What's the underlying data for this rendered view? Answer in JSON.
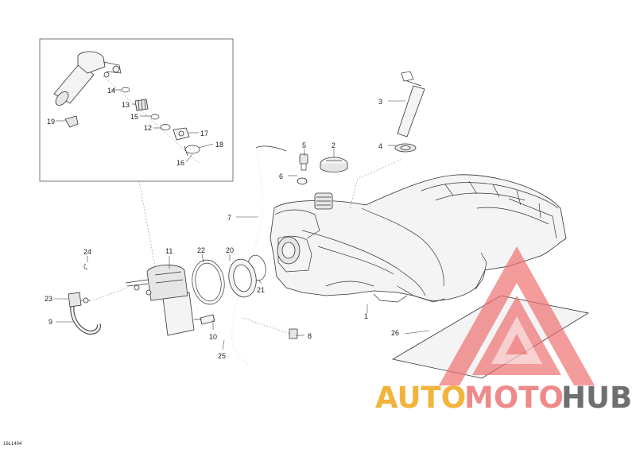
{
  "diagram": {
    "drawing_code": "16L1404",
    "callouts": [
      "1",
      "2",
      "3",
      "4",
      "5",
      "6",
      "7",
      "8",
      "9",
      "10",
      "11",
      "12",
      "13",
      "14",
      "15",
      "16",
      "17",
      "18",
      "19",
      "20",
      "21",
      "22",
      "23",
      "24",
      "25",
      "26"
    ]
  },
  "watermark": {
    "word_a": "AUTO",
    "word_b": "MOTO",
    "word_c": "HUB",
    "color_a": "#f2b43c",
    "color_b": "#ef8a8a",
    "color_c": "#6f6f6f",
    "logo_color": "#ef6d6d"
  }
}
